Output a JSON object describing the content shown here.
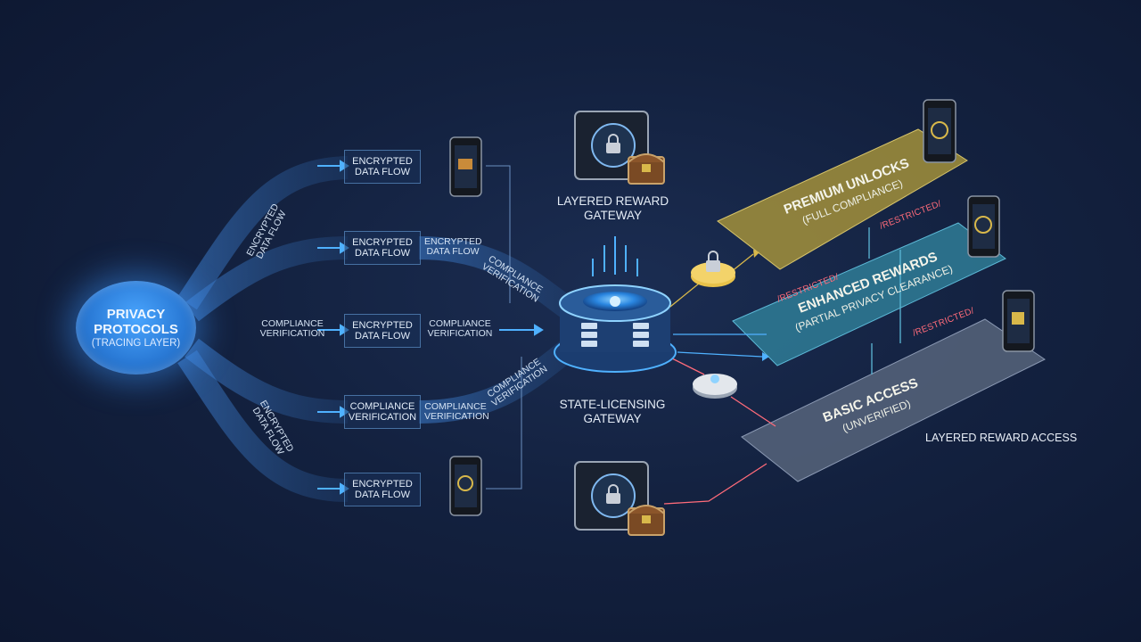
{
  "privacy_node": {
    "title": "PRIVACY PROTOCOLS",
    "subtitle": "(TRACING LAYER)"
  },
  "flows": {
    "encrypted_data_flow": "ENCRYPTED DATA FLOW",
    "compliance_verification": "COMPLIANCE VERIFICATION",
    "encrypted_data_flow_curve": "ENCRYPTED DATA FLOW",
    "encrypted_data_flow_curve_lower": "ENCRYPTED DATA FLOW"
  },
  "boxes": [
    {
      "label": "ENCRYPTED DATA FLOW"
    },
    {
      "label": "ENCRYPTED DATA FLOW"
    },
    {
      "label": "ENCRYPTED DATA FLOW"
    },
    {
      "label": "COMPLIANCE VERIFICATION"
    },
    {
      "label": "ENCRYPTED DATA FLOW"
    }
  ],
  "side_labels": {
    "row2_right": "ENCRYPTED DATA FLOW",
    "row3_left": "COMPLIANCE VERIFICATION",
    "row3_right": "COMPLIANCE VERIFICATION",
    "row4_right": "COMPLIANCE VERIFICATION",
    "curve_up": "COMPLIANCE VERIFICATION",
    "curve_down": "COMPLIANCE VERIFICATION"
  },
  "gateways": {
    "reward": "LAYERED REWARD GATEWAY",
    "licensing": "STATE-LICENSING GATEWAY"
  },
  "tiers": [
    {
      "title": "PREMIUM UNLOCKS",
      "subtitle": "(FULL COMPLIANCE)",
      "color": "#a8953a"
    },
    {
      "title": "ENHANCED REWARDS",
      "subtitle": "(PARTIAL PRIVACY CLEARANCE)",
      "color": "#2f7c96"
    },
    {
      "title": "BASIC ACCESS",
      "subtitle": "(UNVERIFIED)",
      "color": "#59667e"
    }
  ],
  "restricted_label": "/RESTRICTED/",
  "access_label": "LAYERED REWARD ACCESS",
  "colors": {
    "accent": "#3a9bff",
    "restricted": "#ff6b7a",
    "premium": "#a8953a",
    "enhanced": "#2f7c96",
    "basic": "#59667e"
  },
  "icons": [
    "padlock-icon",
    "treasure-chest-icon",
    "smartphone-icon",
    "server-icon"
  ]
}
